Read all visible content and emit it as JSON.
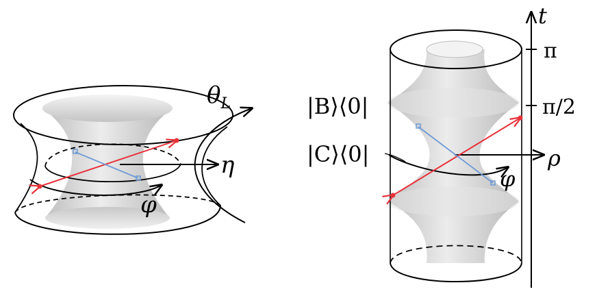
{
  "left_figure": {
    "labels": {
      "theta": "θ",
      "theta_sub": "L",
      "eta": "η",
      "phi": "φ"
    }
  },
  "right_figure": {
    "labels": {
      "t": "t",
      "rho": "ρ",
      "phi": "φ",
      "tick_pi": "π",
      "tick_pi_half": "π/2",
      "ket_b": "|B⟩⟨0|",
      "ket_c": "|C⟩⟨0|"
    }
  },
  "colors": {
    "surface": "#d6d6d6",
    "red": "#e8323a",
    "blue": "#6e9ad6",
    "line": "#000000"
  }
}
